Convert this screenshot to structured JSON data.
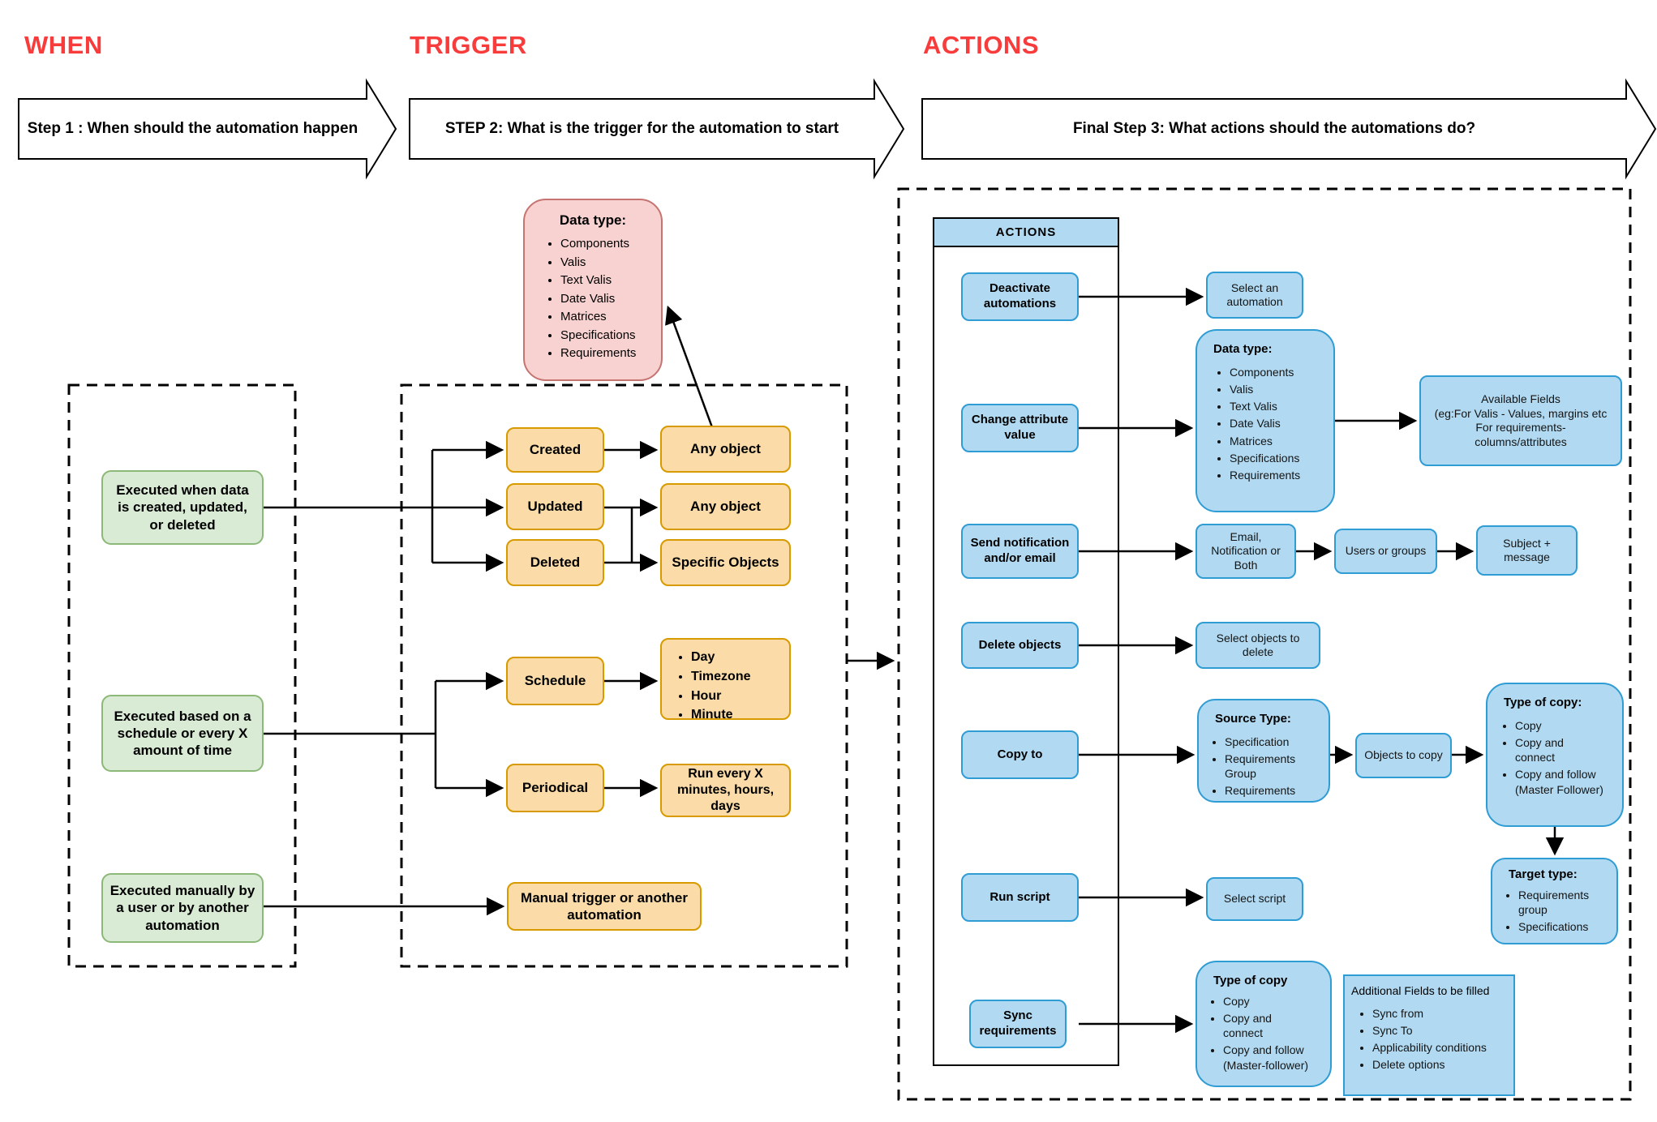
{
  "headings": {
    "when": "WHEN",
    "trigger": "TRIGGER",
    "actions": "ACTIONS"
  },
  "banners": {
    "step1": "Step 1 : When should the automation happen",
    "step2": "STEP 2: What is the trigger for the automation to start",
    "step3": "Final Step 3: What actions should the automations do?"
  },
  "when_column": {
    "data_events": "Executed when data is created, updated, or deleted",
    "schedule": "Executed based on a schedule or every X amount of time",
    "manual": "Executed manually by a user or by another automation"
  },
  "trigger_column": {
    "data_type": {
      "title": "Data type:",
      "items": [
        "Components",
        "Valis",
        "Text Valis",
        "Date Valis",
        "Matrices",
        "Specifications",
        "Requirements"
      ]
    },
    "created": "Created",
    "updated": "Updated",
    "deleted": "Deleted",
    "any_object_created": "Any object",
    "any_object_updated": "Any object",
    "specific_objects": "Specific Objects",
    "schedule": "Schedule",
    "schedule_options": [
      "Day",
      "Timezone",
      "Hour",
      "Minute"
    ],
    "periodical": "Periodical",
    "periodical_detail": "Run every X\nminutes, hours,\ndays",
    "manual": "Manual trigger or another\nautomation"
  },
  "actions_column": {
    "table_header": "ACTIONS",
    "deactivate": {
      "label": "Deactivate\nautomations",
      "select": "Select an\nautomation"
    },
    "change_attribute": {
      "label": "Change attribute\nvalue",
      "data_type": {
        "title": "Data type:",
        "items": [
          "Components",
          "Valis",
          "Text Valis",
          "Date Valis",
          "Matrices",
          "Specifications",
          "Requirements"
        ]
      },
      "available_fields": "Available Fields\n(eg:For Valis - Values, margins etc\nFor requirements-\ncolumns/attributes"
    },
    "send_notification": {
      "label": "Send notification\nand/or email",
      "channel": "Email,\nNotification or\nBoth",
      "recipients": "Users or groups",
      "content": "Subject +\nmessage"
    },
    "delete_objects": {
      "label": "Delete objects",
      "select": "Select objects to\ndelete"
    },
    "copy_to": {
      "label": "Copy to",
      "source_type": {
        "title": "Source Type:",
        "items": [
          "Specification",
          "Requirements\nGroup",
          "Requirements"
        ]
      },
      "objects": "Objects to copy",
      "type_of_copy": {
        "title": "Type of copy:",
        "items": [
          "Copy",
          "Copy and\nconnect",
          "Copy and follow\n(Master Follower)"
        ]
      },
      "target_type": {
        "title": "Target type:",
        "items": [
          "Requirements\ngroup",
          "Specifications"
        ]
      }
    },
    "run_script": {
      "label": "Run script",
      "select": "Select script"
    },
    "sync_requirements": {
      "label": "Sync\nrequirements",
      "type_of_copy": {
        "title": "Type of copy",
        "items": [
          "Copy",
          "Copy and\nconnect",
          "Copy and follow\n(Master-follower)"
        ]
      },
      "additional_fields": {
        "title": "Additional Fields to be filled",
        "items": [
          "Sync from",
          "Sync To",
          "Applicability conditions",
          "Delete options"
        ]
      }
    }
  }
}
